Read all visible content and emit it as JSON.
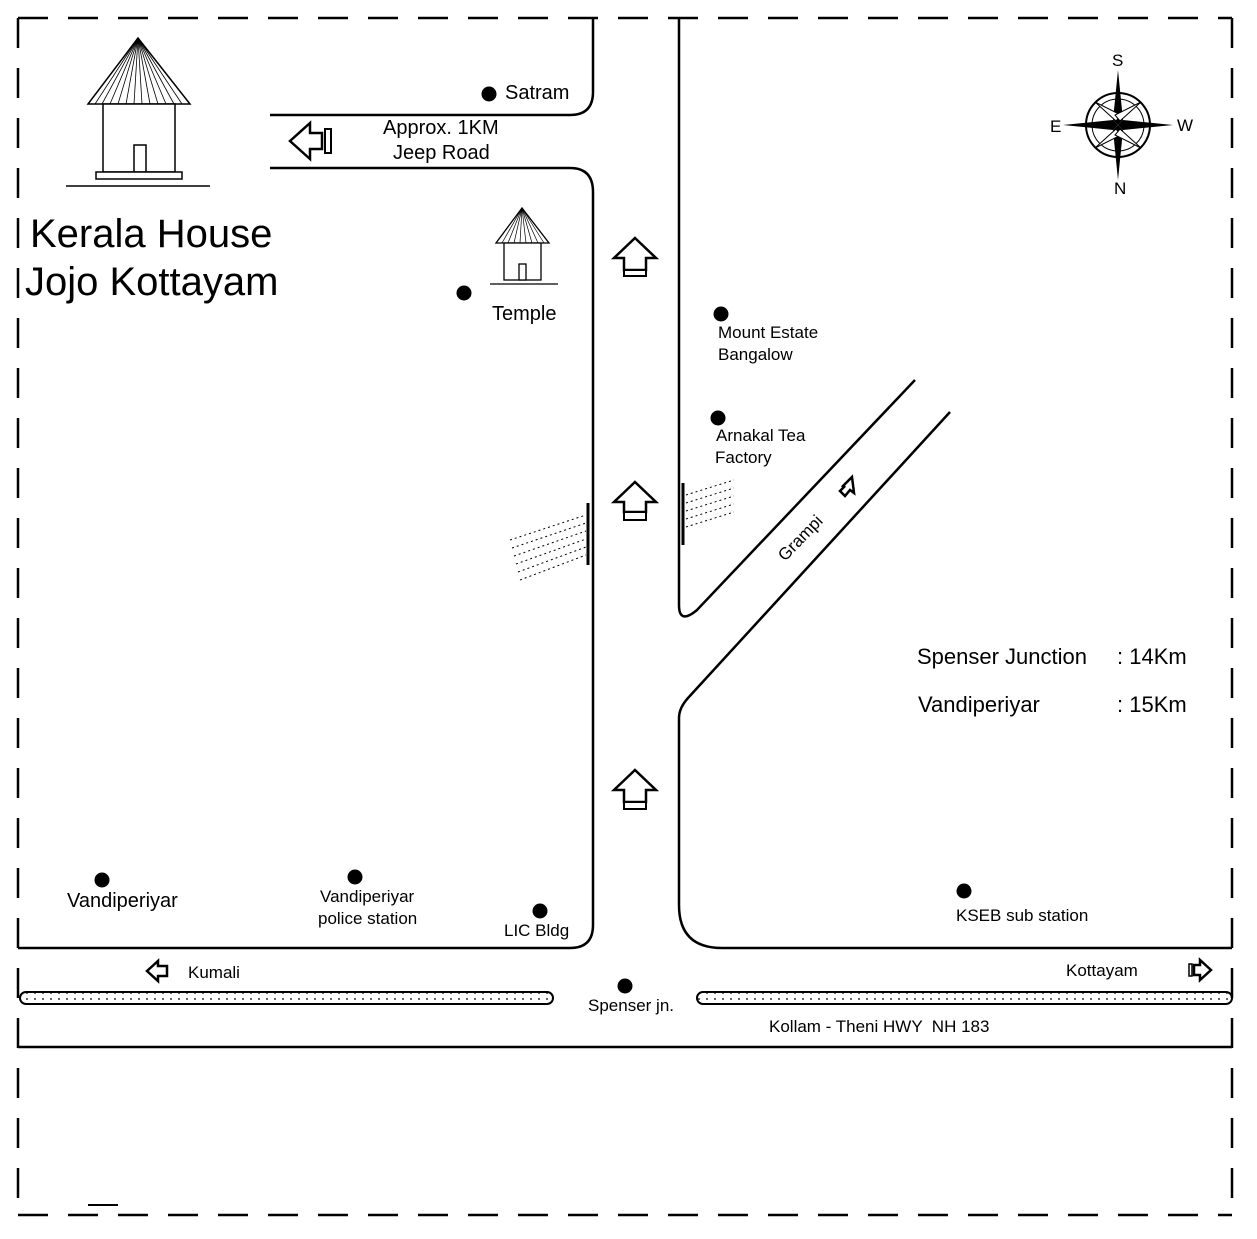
{
  "title": {
    "line1": "Kerala House",
    "line2": "Jojo Kottayam"
  },
  "compass": {
    "top": "S",
    "bottom": "N",
    "left": "E",
    "right": "W"
  },
  "labels": {
    "satram": "Satram",
    "jeep_road_line1": "Approx. 1KM",
    "jeep_road_line2": "Jeep Road",
    "temple": "Temple",
    "mount_estate_line1": "Mount Estate",
    "mount_estate_line2": "Bangalow",
    "arnakal_line1": "Arnakal Tea",
    "arnakal_line2": "Factory",
    "grampi": "Grampi",
    "vandiperiyar": "Vandiperiyar",
    "police_line1": "Vandiperiyar",
    "police_line2": "police station",
    "lic": "LIC Bldg",
    "kseb": "KSEB sub station",
    "kumali": "Kumali",
    "kottayam": "Kottayam",
    "spenser_jn": "Spenser jn.",
    "highway": "Kollam - Theni HWY  NH 183"
  },
  "distances": [
    {
      "place": "Spenser Junction",
      "value": ": 14Km"
    },
    {
      "place": "Vandiperiyar",
      "value": ": 15Km"
    }
  ],
  "icons": {
    "house": "hut-icon",
    "temple": "temple-icon",
    "compass": "compass-rose-icon",
    "direction": "arrow-icon"
  }
}
